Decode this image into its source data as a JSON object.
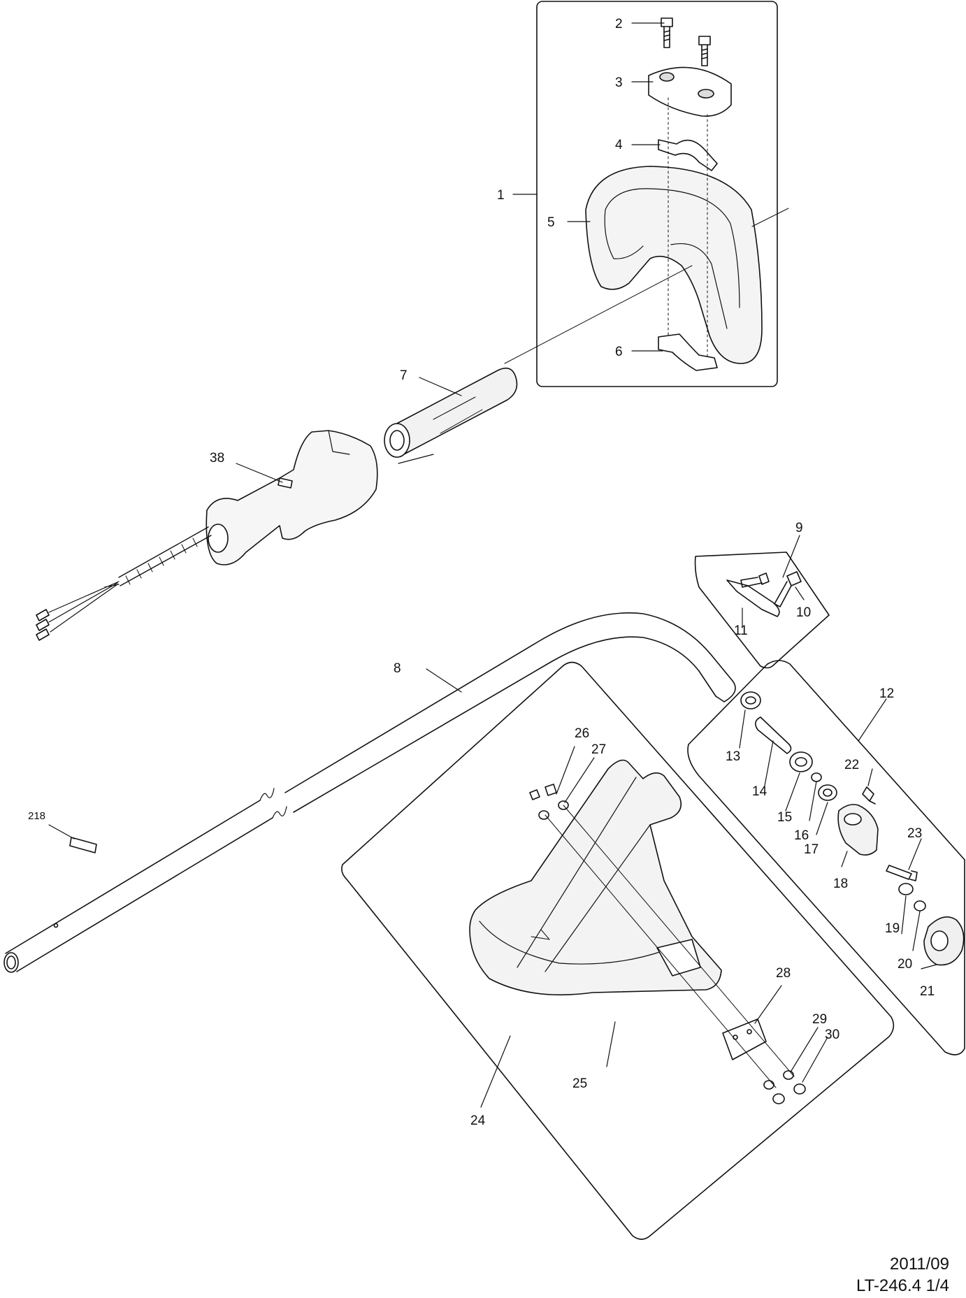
{
  "parts": [
    {
      "id": "p1",
      "label": "1"
    },
    {
      "id": "p2",
      "label": "2"
    },
    {
      "id": "p3",
      "label": "3"
    },
    {
      "id": "p4",
      "label": "4"
    },
    {
      "id": "p5",
      "label": "5"
    },
    {
      "id": "p6",
      "label": "6"
    },
    {
      "id": "p7",
      "label": "7"
    },
    {
      "id": "p8",
      "label": "8"
    },
    {
      "id": "p9",
      "label": "9"
    },
    {
      "id": "p10",
      "label": "10"
    },
    {
      "id": "p11",
      "label": "11"
    },
    {
      "id": "p12",
      "label": "12"
    },
    {
      "id": "p13",
      "label": "13"
    },
    {
      "id": "p14",
      "label": "14"
    },
    {
      "id": "p15",
      "label": "15"
    },
    {
      "id": "p16",
      "label": "16"
    },
    {
      "id": "p17",
      "label": "17"
    },
    {
      "id": "p18",
      "label": "18"
    },
    {
      "id": "p19",
      "label": "19"
    },
    {
      "id": "p20",
      "label": "20"
    },
    {
      "id": "p21",
      "label": "21"
    },
    {
      "id": "p22",
      "label": "22"
    },
    {
      "id": "p23",
      "label": "23"
    },
    {
      "id": "p24",
      "label": "24"
    },
    {
      "id": "p25",
      "label": "25"
    },
    {
      "id": "p26",
      "label": "26"
    },
    {
      "id": "p27",
      "label": "27"
    },
    {
      "id": "p28",
      "label": "28"
    },
    {
      "id": "p29",
      "label": "29"
    },
    {
      "id": "p30",
      "label": "30"
    },
    {
      "id": "p38",
      "label": "38"
    },
    {
      "id": "p218",
      "label": "218"
    }
  ],
  "footer": {
    "date": "2011/09",
    "code": "LT-246.4 1/4"
  }
}
